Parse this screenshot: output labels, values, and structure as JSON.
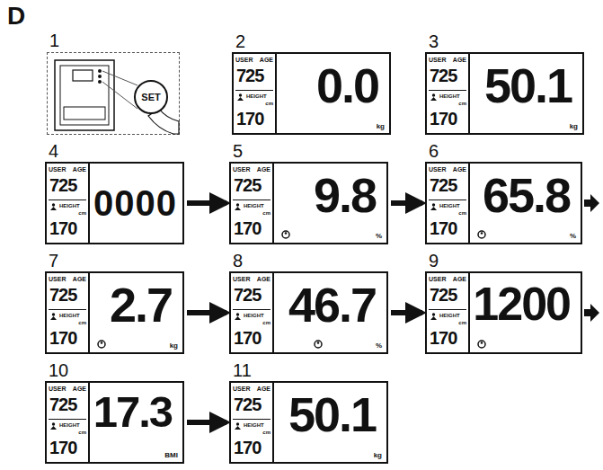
{
  "diagram": {
    "title": "D",
    "nodes": [
      {
        "text": [
          "1"
        ]
      },
      {
        "text": [
          "SET"
        ],
        "in": 0
      },
      {
        "text": [
          "2",
          "USER",
          "AGE",
          "725",
          "HEIGHT",
          "cm",
          "170",
          "0.0",
          "kg"
        ]
      },
      {
        "text": [
          "3",
          "USER",
          "AGE",
          "725",
          "HEIGHT",
          "cm",
          "170",
          "50.1",
          "kg"
        ]
      },
      {
        "text": [
          "4",
          "USER",
          "AGE",
          "725",
          "HEIGHT",
          "cm",
          "170",
          "0000"
        ]
      },
      {
        "text": [
          "5",
          "USER",
          "AGE",
          "725",
          "HEIGHT",
          "cm",
          "170",
          "9.8",
          "%"
        ]
      },
      {
        "text": [
          "6",
          "USER",
          "AGE",
          "725",
          "HEIGHT",
          "cm",
          "170",
          "65.8",
          "%"
        ]
      },
      {
        "text": [
          "7",
          "USER",
          "AGE",
          "725",
          "HEIGHT",
          "cm",
          "170",
          "2.7",
          "kg"
        ]
      },
      {
        "text": [
          "8",
          "USER",
          "AGE",
          "725",
          "HEIGHT",
          "cm",
          "170",
          "46.7",
          "%"
        ]
      },
      {
        "text": [
          "9",
          "USER",
          "AGE",
          "725",
          "HEIGHT",
          "cm",
          "170",
          "1200"
        ]
      },
      {
        "text": [
          "10",
          "USER",
          "AGE",
          "725",
          "HEIGHT",
          "cm",
          "170",
          "17.3",
          "BMI"
        ]
      },
      {
        "text": [
          "11",
          "USER",
          "AGE",
          "725",
          "HEIGHT",
          "cm",
          "170",
          "50.1",
          "kg"
        ]
      }
    ],
    "edges": [
      {
        "from": 4,
        "to": 5,
        "arrow": "to"
      },
      {
        "from": 5,
        "to": 6,
        "arrow": "to"
      },
      {
        "from": 7,
        "to": 8,
        "arrow": "to"
      },
      {
        "from": 8,
        "to": 9,
        "arrow": "to"
      },
      {
        "from": 10,
        "to": 11,
        "arrow": "to"
      }
    ]
  }
}
